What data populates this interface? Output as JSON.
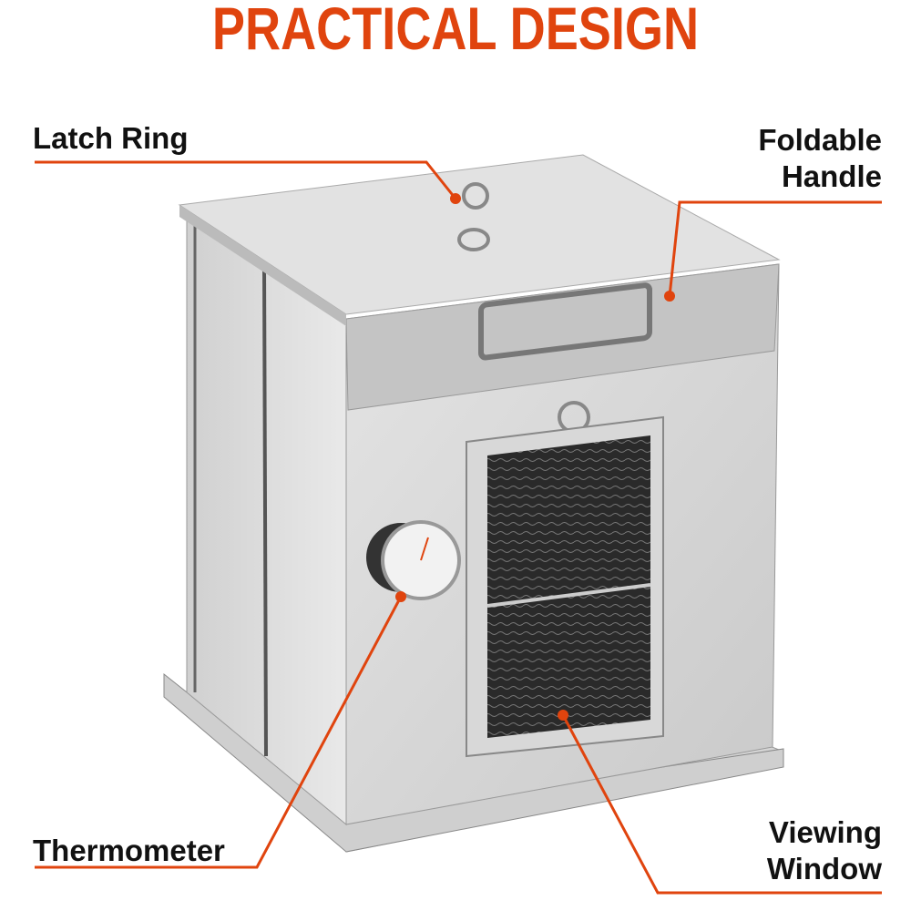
{
  "title": "PRACTICAL DESIGN",
  "accent_color": "#e0440e",
  "callouts": {
    "latch_ring": "Latch Ring",
    "foldable_handle_line1": "Foldable",
    "foldable_handle_line2": "Handle",
    "thermometer": "Thermometer",
    "viewing_window_line1": "Viewing",
    "viewing_window_line2": "Window"
  }
}
